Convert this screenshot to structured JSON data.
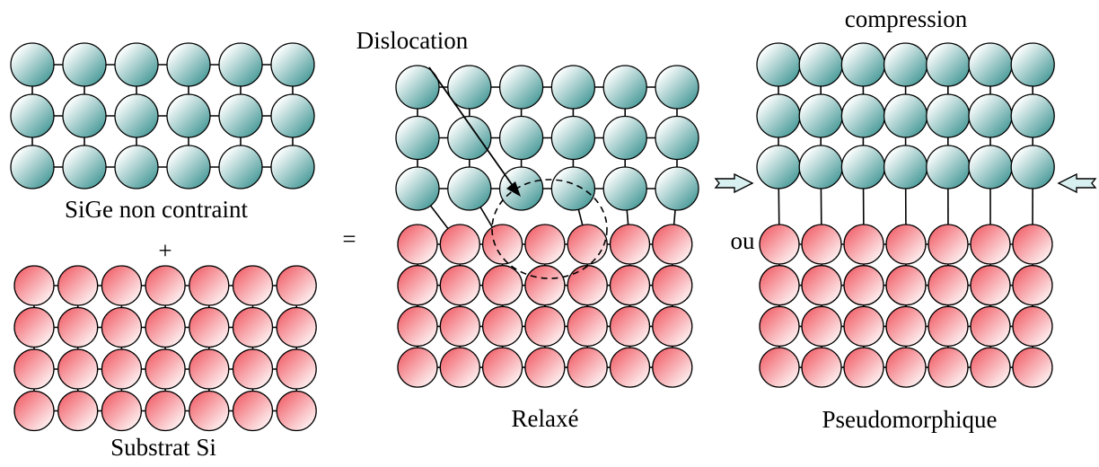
{
  "labels": {
    "sige": "SiGe non contraint",
    "plus": "+",
    "substrat": "Substrat Si",
    "equals": "=",
    "dislocation": "Dislocation",
    "relaxe": "Relaxé",
    "ou": "ou",
    "compression": "compression",
    "pseudomorphique": "Pseudomorphique"
  },
  "colors": {
    "sige_fill_light": "#ffffff",
    "sige_fill_dark": "#2a8a88",
    "si_fill_light": "#ffffff",
    "si_fill_dark": "#f0505a",
    "bond": "#000000",
    "arrow_fill": "#d8f0f0"
  },
  "lattices": {
    "sige_unstrained": {
      "atom": "SiGe",
      "rows": 3,
      "cols": 6
    },
    "si_substrate": {
      "atom": "Si",
      "rows": 4,
      "cols": 7
    },
    "relaxed": {
      "sige_rows": 3,
      "sige_cols": 6,
      "si_rows": 4,
      "si_cols": 7
    },
    "pseudomorphic": {
      "sige_rows": 3,
      "sige_cols": 7,
      "si_rows": 4,
      "si_cols": 7
    }
  }
}
